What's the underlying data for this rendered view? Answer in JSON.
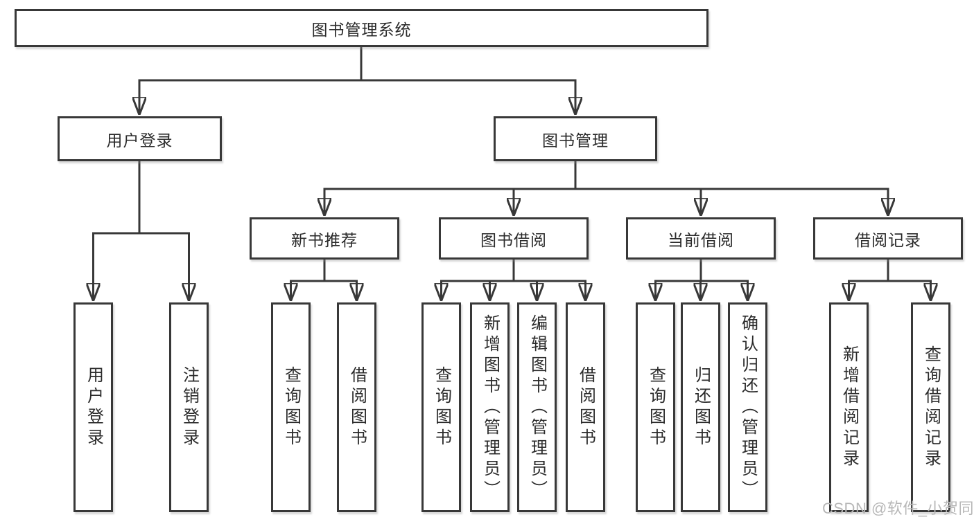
{
  "colors": {
    "line": "#383838",
    "text": "#2b2b2b",
    "background": "#ffffff",
    "watermark": "#b8b8b8"
  },
  "watermark": {
    "text": "CSDN @软件_小贺同学"
  },
  "tree": {
    "label": "图书管理系统",
    "children": [
      {
        "label": "用户登录",
        "children": [
          {
            "label": "用户登录"
          },
          {
            "label": "注销登录"
          }
        ]
      },
      {
        "label": "图书管理",
        "children": [
          {
            "label": "新书推荐",
            "children": [
              {
                "label": "查询图书"
              },
              {
                "label": "借阅图书"
              }
            ]
          },
          {
            "label": "图书借阅",
            "children": [
              {
                "label": "查询图书"
              },
              {
                "label": "新增图书（管理员）"
              },
              {
                "label": "编辑图书（管理员）"
              },
              {
                "label": "借阅图书"
              }
            ]
          },
          {
            "label": "当前借阅",
            "children": [
              {
                "label": "查询图书"
              },
              {
                "label": "归还图书"
              },
              {
                "label": "确认归还（管理员）"
              }
            ]
          },
          {
            "label": "借阅记录",
            "children": [
              {
                "label": "新增借阅记录"
              },
              {
                "label": "查询借阅记录"
              }
            ]
          }
        ]
      }
    ]
  }
}
